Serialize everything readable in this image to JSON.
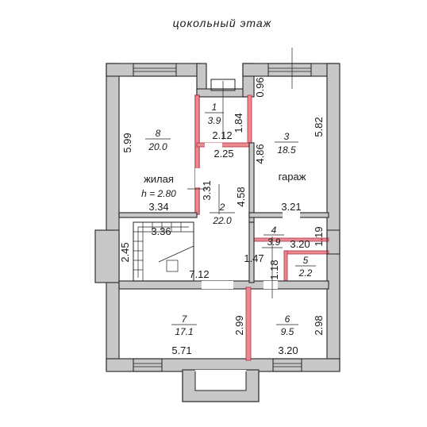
{
  "title": "цокольный этаж",
  "rooms": [
    {
      "number": "1",
      "area": "3.9"
    },
    {
      "number": "2",
      "area": "22.0"
    },
    {
      "number": "3",
      "area": "18.5",
      "name": "гараж"
    },
    {
      "number": "4",
      "area": "3.9"
    },
    {
      "number": "5",
      "area": "2.2"
    },
    {
      "number": "6",
      "area": "9.5"
    },
    {
      "number": "7",
      "area": "17.1"
    },
    {
      "number": "8",
      "area": "20.0",
      "name": "жилая",
      "height": "h = 2.80"
    }
  ],
  "dimensions": {
    "d0_96": "0.96",
    "d1_84": "1.84",
    "d2_12": "2.12",
    "d5_99": "5.99",
    "d2_25": "2.25",
    "d4_86": "4.86",
    "d5_82": "5.82",
    "d3_31": "3.31",
    "d4_58": "4.58",
    "d3_34": "3.34",
    "d3_21": "3.21",
    "d3_36": "3.36",
    "d1_19": "1.19",
    "d3_20a": "3.20",
    "d2_45": "2.45",
    "d1_47": "1.47",
    "d1_18": "1.18",
    "d7_12": "7.12",
    "d2_99": "2.99",
    "d2_98": "2.98",
    "d5_71": "5.71",
    "d3_20b": "3.20"
  },
  "colors": {
    "wall": "#c8c8c8",
    "accent_wall": "#e88a90",
    "line": "#222222",
    "background": "#ffffff"
  }
}
